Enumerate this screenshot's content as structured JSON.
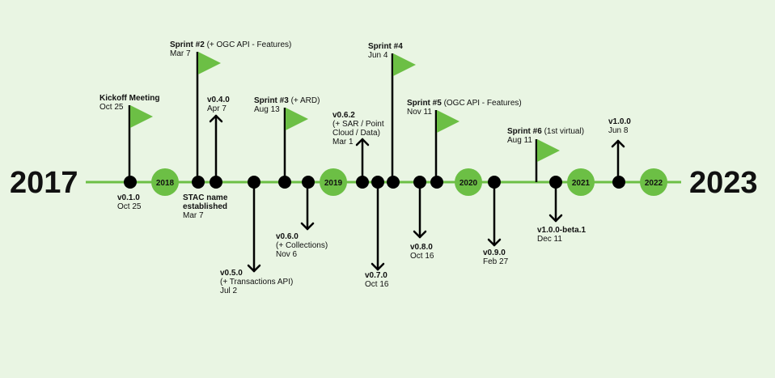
{
  "start_year": "2017",
  "end_year": "2023",
  "years": [
    "2018",
    "2019",
    "2020",
    "2021",
    "2022"
  ],
  "colors": {
    "background": "#e9f5e3",
    "line": "#6cbf45",
    "marker": "#000000",
    "flag": "#6cbf45",
    "year_text": "#111111"
  },
  "events": [
    {
      "id": "kickoff",
      "kind": "flag",
      "title": "Kickoff Meeting",
      "note": "",
      "date": "Oct 25"
    },
    {
      "id": "v010",
      "kind": "release",
      "title": "v0.1.0",
      "note": "",
      "date": "Oct 25"
    },
    {
      "id": "sprint2",
      "kind": "flag",
      "title": "Sprint #2",
      "note": "(+ OGC API - Features)",
      "date": "Mar 7"
    },
    {
      "id": "stac-name",
      "kind": "milestone",
      "title": "STAC name",
      "title2": "established",
      "date": "Mar 7"
    },
    {
      "id": "v040",
      "kind": "release",
      "title": "v0.4.0",
      "note": "",
      "date": "Apr 7"
    },
    {
      "id": "v050",
      "kind": "release",
      "title": "v0.5.0",
      "note": "(+ Transactions API)",
      "date": "Jul 2"
    },
    {
      "id": "sprint3",
      "kind": "flag",
      "title": "Sprint #3",
      "note": "(+ ARD)",
      "date": "Aug 13"
    },
    {
      "id": "v060",
      "kind": "release",
      "title": "v0.6.0",
      "note": "(+ Collections)",
      "date": "Nov 6"
    },
    {
      "id": "v062",
      "kind": "release",
      "title": "v0.6.2",
      "note": "(+ SAR / Point",
      "note2": "Cloud / Data)",
      "date": "Mar 1"
    },
    {
      "id": "v070",
      "kind": "release",
      "title": "v0.7.0",
      "note": "",
      "date": "Oct 16"
    },
    {
      "id": "sprint4",
      "kind": "flag",
      "title": "Sprint #4",
      "note": "",
      "date": "Jun 4"
    },
    {
      "id": "v080",
      "kind": "release",
      "title": "v0.8.0",
      "note": "",
      "date": "Oct 16"
    },
    {
      "id": "sprint5",
      "kind": "flag",
      "title": "Sprint #5",
      "note": "(OGC API - Features)",
      "date": "Nov 11"
    },
    {
      "id": "v090",
      "kind": "release",
      "title": "v0.9.0",
      "note": "",
      "date": "Feb 27"
    },
    {
      "id": "sprint6",
      "kind": "flag",
      "title": "Sprint #6",
      "note": "(1st virtual)",
      "date": "Aug 11"
    },
    {
      "id": "v100beta1",
      "kind": "release",
      "title": "v1.0.0-beta.1",
      "note": "",
      "date": "Dec 11"
    },
    {
      "id": "v100",
      "kind": "release",
      "title": "v1.0.0",
      "note": "",
      "date": "Jun 8"
    }
  ]
}
